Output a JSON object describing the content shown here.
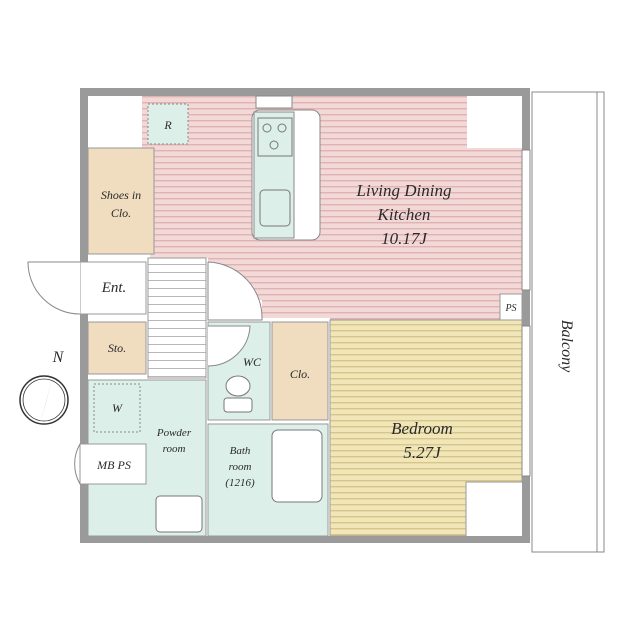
{
  "rooms": {
    "ldk": {
      "line1": "Living Dining",
      "line2": "Kitchen",
      "size": "10.17J"
    },
    "bedroom": {
      "name": "Bedroom",
      "size": "5.27J"
    },
    "balcony": "Balcony",
    "shoes": {
      "line1": "Shoes in",
      "line2": "Clo."
    },
    "entrance": "Ent.",
    "storage": "Sto.",
    "wc": "WC",
    "closet": "Clo.",
    "washer": "W",
    "powder": {
      "line1": "Powder",
      "line2": "room"
    },
    "bath": {
      "line1": "Bath",
      "line2": "room",
      "size": "(1216)"
    },
    "meter": "MB  PS",
    "pipe_space": "PS",
    "fridge": "R"
  },
  "compass": {
    "north": "N"
  },
  "colors": {
    "wall": "#9a9a9a",
    "ldk_floor": "#f3d6d6",
    "bedroom_floor": "#efe3b4",
    "closet": "#f0dcbe",
    "wet_area": "#dcefe8",
    "stripe": "#e2b6b6"
  }
}
